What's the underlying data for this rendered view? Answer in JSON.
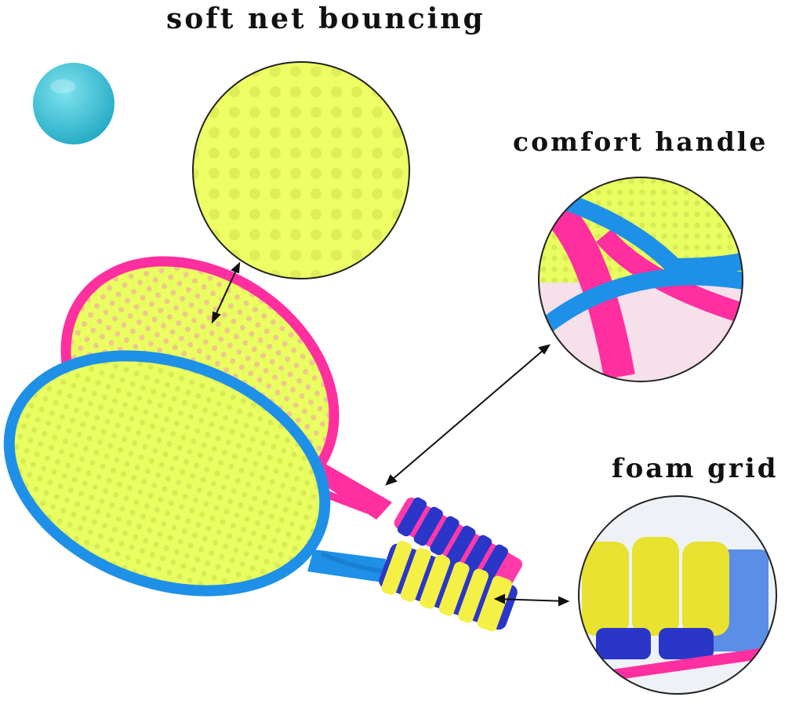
{
  "labels": {
    "soft_net": "soft net bouncing",
    "comfort_handle": "comfort handle",
    "foam_grid": "foam grid"
  },
  "colors": {
    "pink_frame": "#ff2fa0",
    "blue_frame": "#1e90e8",
    "net_yellow": "#e8ff5a",
    "ball_teal": "#3cc6d8",
    "grip_yellow": "#f4f046",
    "grip_blue": "#2a36c8"
  }
}
